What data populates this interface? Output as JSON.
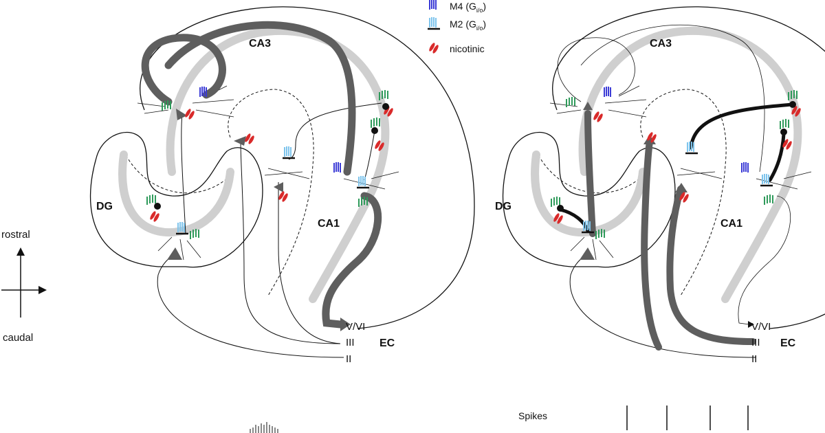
{
  "legend": {
    "m4_label": "M4 (G",
    "m4_sub": "i/o",
    "m4_close": ")",
    "m2_label": "M2 (G",
    "m2_sub": "i/o",
    "m2_close": ")",
    "nicotinic_label": "nicotinic",
    "colors": {
      "m4": "#3b3bd6",
      "m2": "#7ec4ec",
      "nicotinic": "#d92a2a",
      "m1": "#2e9a5a"
    }
  },
  "orientation": {
    "rostral": "rostral",
    "caudal": "caudal"
  },
  "left_panel": {
    "regions": {
      "ca3": "CA3",
      "ca1": "CA1",
      "dg": "DG",
      "ec": "EC"
    },
    "layers": {
      "vvi": "V/VI",
      "iii": "III",
      "ii": "II"
    }
  },
  "right_panel": {
    "regions": {
      "ca3": "CA3",
      "ca1": "CA1",
      "dg": "DG",
      "ec": "EC"
    },
    "layers": {
      "vvi": "V/VI",
      "iii": "III",
      "ii": "II"
    }
  },
  "spikes": {
    "label": "Spikes",
    "count": 4
  },
  "colors": {
    "pathway_dark": "#5e5e5e",
    "pathway_light": "#cfcfcf",
    "outline": "#111111"
  }
}
